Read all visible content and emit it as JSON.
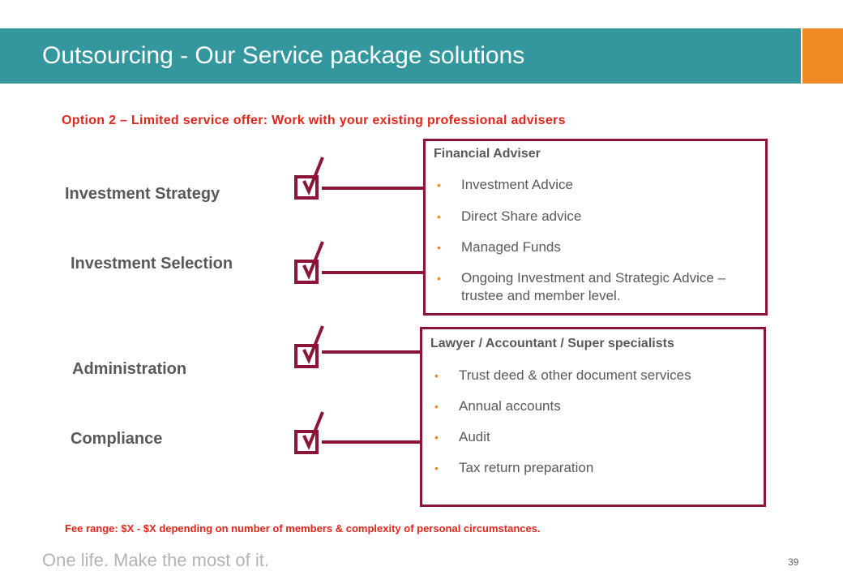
{
  "header": {
    "title": "Outsourcing  - Our Service package solutions"
  },
  "subtitle": "Option 2 – Limited service offer: Work with your existing professional advisers",
  "categories": [
    {
      "label": "Investment Strategy",
      "checked": true
    },
    {
      "label": "Investment Selection",
      "checked": true
    },
    {
      "label": "Administration",
      "checked": true
    },
    {
      "label": "Compliance",
      "checked": true
    }
  ],
  "panels": [
    {
      "heading": "Financial Adviser",
      "items": [
        "Investment Advice",
        "Direct Share advice",
        "Managed Funds",
        "Ongoing Investment and Strategic Advice – trustee and member level."
      ]
    },
    {
      "heading": "Lawyer / Accountant / Super specialists",
      "items": [
        "Trust deed & other document services",
        "Annual accounts",
        "Audit",
        "Tax return preparation"
      ]
    }
  ],
  "footer": {
    "fee_note": "Fee range: $X - $X depending on number of members & complexity of personal circumstances.",
    "tagline": "One life. Make the most of it.",
    "page_number": "39"
  },
  "colors": {
    "title_bar": "#33979d",
    "accent": "#f08a24",
    "highlight_red": "#e1261c",
    "border_maroon": "#8a1538",
    "text_gray": "#595959"
  },
  "icons": {
    "check": "check-mark-icon",
    "bullet": "bullet-icon"
  }
}
